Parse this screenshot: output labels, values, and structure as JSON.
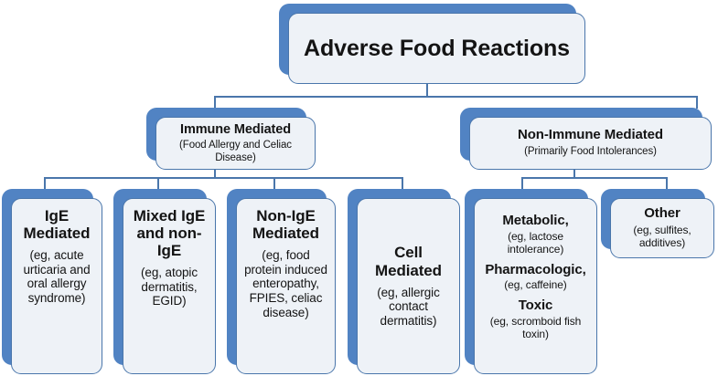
{
  "diagram": {
    "title": "Adverse Food Reactions classification tree",
    "colors": {
      "box_border": "#4a76ab",
      "box_shadow_plate": "#5183c3",
      "box_fill": "#eef2f7",
      "connector": "#4a76ab",
      "text": "#141414",
      "background": "#ffffff"
    },
    "nodes": {
      "root": {
        "title": "Adverse Food Reactions"
      },
      "immune": {
        "title": "Immune Mediated",
        "subtitle": "(Food Allergy and Celiac Disease)"
      },
      "non_immune": {
        "title": "Non-Immune Mediated",
        "subtitle": "(Primarily Food Intolerances)"
      },
      "ige": {
        "title": "IgE Mediated",
        "subtitle": "(eg, acute urticaria and oral allergy syndrome)"
      },
      "mixed": {
        "title": "Mixed IgE and non-IgE",
        "subtitle": "(eg, atopic dermatitis, EGID)"
      },
      "non_ige": {
        "title": "Non-IgE Mediated",
        "subtitle": "(eg, food protein induced enteropathy, FPIES, celiac disease)"
      },
      "cell": {
        "title": "Cell Mediated",
        "subtitle": "(eg, allergic contact dermatitis)"
      },
      "metabolic": {
        "title_1": "Metabolic,",
        "subtitle_1": "(eg, lactose intolerance)",
        "title_2": "Pharmacologic,",
        "subtitle_2": "(eg, caffeine)",
        "title_3": "Toxic",
        "subtitle_3": "(eg, scromboid fish toxin)"
      },
      "other": {
        "title": "Other",
        "subtitle": "(eg, sulfites, additives)"
      }
    }
  }
}
